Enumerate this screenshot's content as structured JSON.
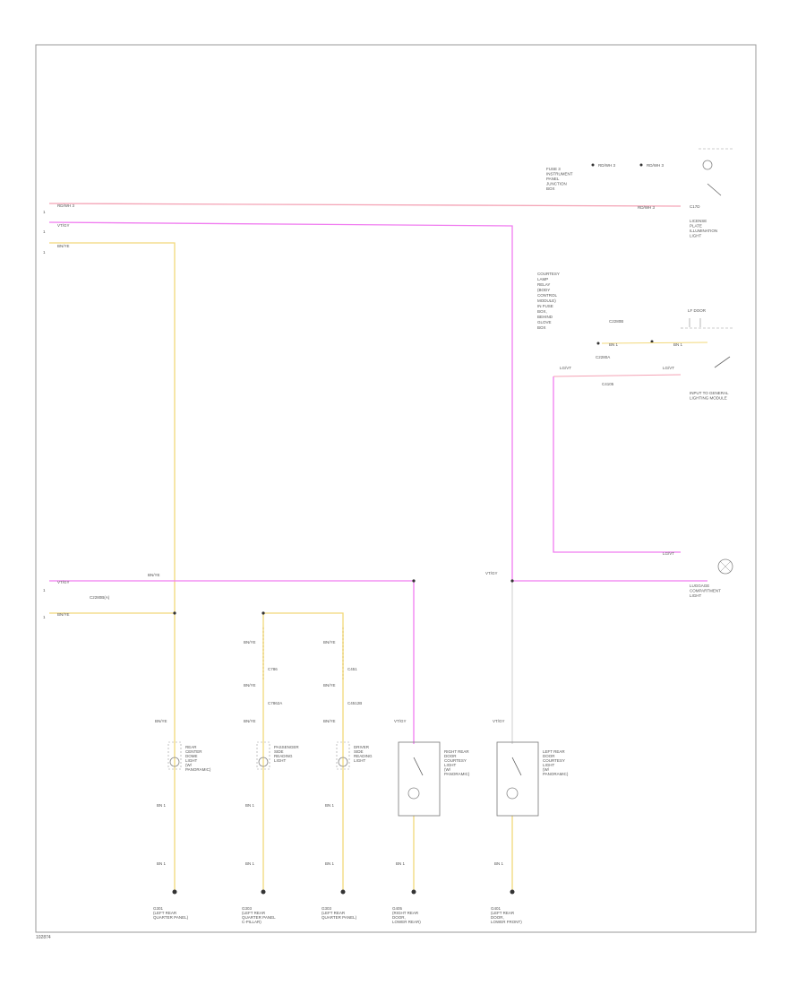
{
  "figure_id": "102874",
  "colors": {
    "red_wire": "#f4a3b5",
    "violet_wire": "#f07cf0",
    "yellow_wire": "#f2d87a",
    "gray_wire": "#b8b8b8",
    "frame": "#999999",
    "component": "#888888",
    "ground": "#333333"
  },
  "top_right": {
    "fuse_label": "FUSE 3\nINSTRUMENT\nPANEL\nJUNCTION\nBOX",
    "wire_label_1": "RD/WH 3",
    "wire_label_2": "RD/WH 3",
    "connector": "C17D",
    "switch_name": "LICENSE\nPLATE\nILLUMINATION\nLIGHT",
    "main_red_label": "RD/WH 3",
    "main_red_right": "RD/WH 3"
  },
  "left_labels": {
    "red": "RD/WH 3",
    "violet": "VT/GY",
    "yellow": "BN/YE"
  },
  "mid_right": {
    "module_name": "COURTESY\nLAMP\nRELAY\n(BODY\nCONTROL\nMODULE)\nIN FUSE\nBOX,\nBEHIND\nGLOVE\nBOX",
    "conn_a": "C2280B",
    "conn_b": "C2280A",
    "pin_label": "LF DOOR",
    "wire_a": "BN 1",
    "wire_b": "BN 1",
    "wire_c": "LG/VT",
    "wire_d": "LG/VT",
    "switch_name": "INPUT TO GENERAL\nLIGHTING MODULE",
    "junction": "C4105"
  },
  "right_lamp": {
    "wire": "LG/VT",
    "name": "LUGGAGE\nCOMPARTMENT\nLIGHT"
  },
  "mid_labels": {
    "bn_ye": "BN/YE",
    "vt_gy_left": "VT/GY",
    "vt_gy_right": "VT/GY",
    "connector_left": "C2280B(A)",
    "bn_ye_bottom": "BN/YE"
  },
  "bottom_components": [
    {
      "id": "c1",
      "top_label": "BN/YE",
      "name": "REAR\nCENTER\nDOME\nLIGHT\n(W/\nPANORAMIC)",
      "wire_bot": "BN 1",
      "ground_label": "G301\n(LEFT REAR\nQUARTER PANEL)"
    },
    {
      "id": "c2",
      "top_label": "BN/YE",
      "name": "PASSENGER\nSIDE\nREADING\nLIGHT",
      "conn": "C786",
      "conn2": "C7862A",
      "wire_bot": "BN 1",
      "ground_label": "G303\n(LEFT REAR\nQUARTER PANEL\nC-PILLAR)"
    },
    {
      "id": "c3",
      "top_label": "BN/YE",
      "name": "DRIVER\nSIDE\nREADING\nLIGHT",
      "conn": "C451",
      "conn2": "C4512B",
      "wire_bot": "BN 1",
      "ground_label": "G303\n(LEFT REAR\nQUARTER PANEL)"
    },
    {
      "id": "c4",
      "top_label": "VT/GY",
      "name": "RIGHT REAR\nDOOR\nCOURTESY\nLIGHT\n(W/\nPANORAMIC)",
      "wire_bot": "BN 1",
      "ground_label": "G405\n(RIGHT REAR\nDOOR,\nLOWER REAR)"
    },
    {
      "id": "c5",
      "top_label": "VT/GY",
      "name": "LEFT REAR\nDOOR\nCOURTESY\nLIGHT\n(W/\nPANORAMIC)",
      "wire_bot": "BN 1",
      "ground_label": "G401\n(LEFT REAR\nDOOR,\nLOWER FRONT)"
    }
  ]
}
